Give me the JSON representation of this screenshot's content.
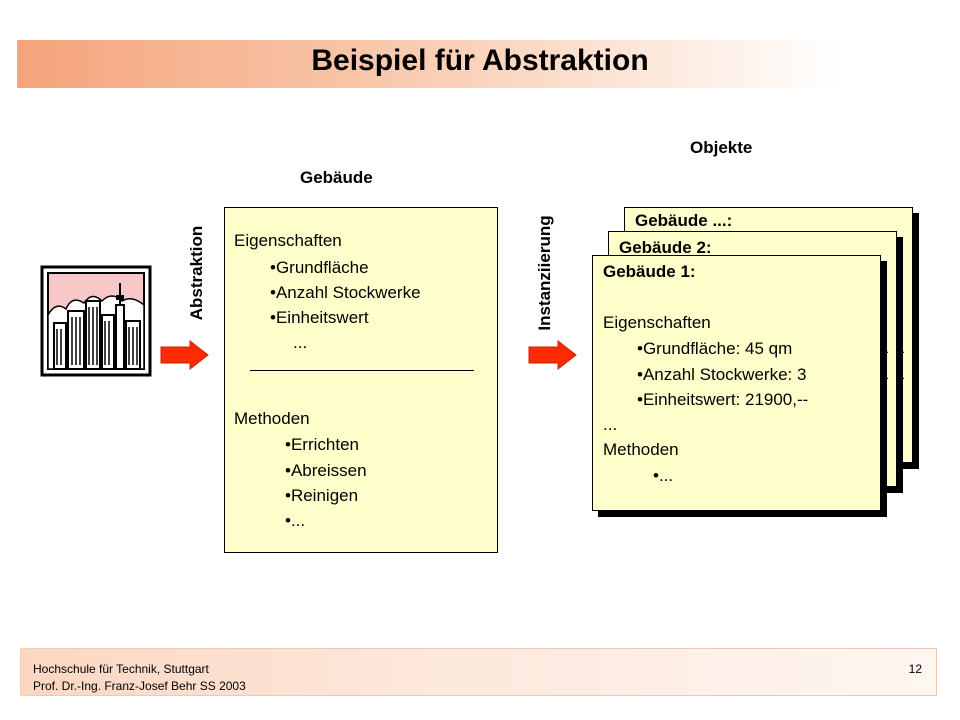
{
  "title": "Beispiel für Abstraktion",
  "labels": {
    "gebaeude": "Gebäude",
    "objekte": "Objekte",
    "abstraktion": "Abstraktion",
    "instanziierung": "Instanziierung"
  },
  "klasse": {
    "eigenschaften_header": "Eigenschaften",
    "eigenschaften": [
      "•Grundfläche",
      "•Anzahl Stockwerke",
      "•Einheitswert",
      "..."
    ],
    "methoden_header": "Methoden",
    "methoden": [
      "•Errichten",
      "•Abreissen",
      "•Reinigen",
      "•..."
    ]
  },
  "objekte": {
    "obj_n_title": "Gebäude ...:",
    "obj_2_title": "Gebäude 2:",
    "obj_1_title": "Gebäude 1:",
    "obj_1": {
      "eigenschaften_header": "Eigenschaften",
      "eigenschaften": [
        "•Grundfläche: 45 qm",
        "•Anzahl Stockwerke: 3",
        "•Einheitswert: 21900,--"
      ],
      "ellipsis": "...",
      "methoden_header": "Methoden",
      "methoden": [
        "•..."
      ]
    },
    "peek_n": [
      ".",
      "-",
      "-"
    ],
    "peek_2": [
      "-",
      "-"
    ]
  },
  "footer": {
    "line1": "Hochschule für Technik,  Stuttgart",
    "line2": "Prof. Dr.-Ing. Franz-Josef Behr   SS 2003",
    "page": "12"
  },
  "colors": {
    "box_fill": "#ffffcc",
    "arrow_fill": "#ff2a00",
    "title_band": "#f5a47c",
    "footer_band": "#fbd7c2",
    "sky": "#f8c8c8"
  },
  "icons": [
    "city-skyline-icon",
    "arrow-right-icon"
  ]
}
